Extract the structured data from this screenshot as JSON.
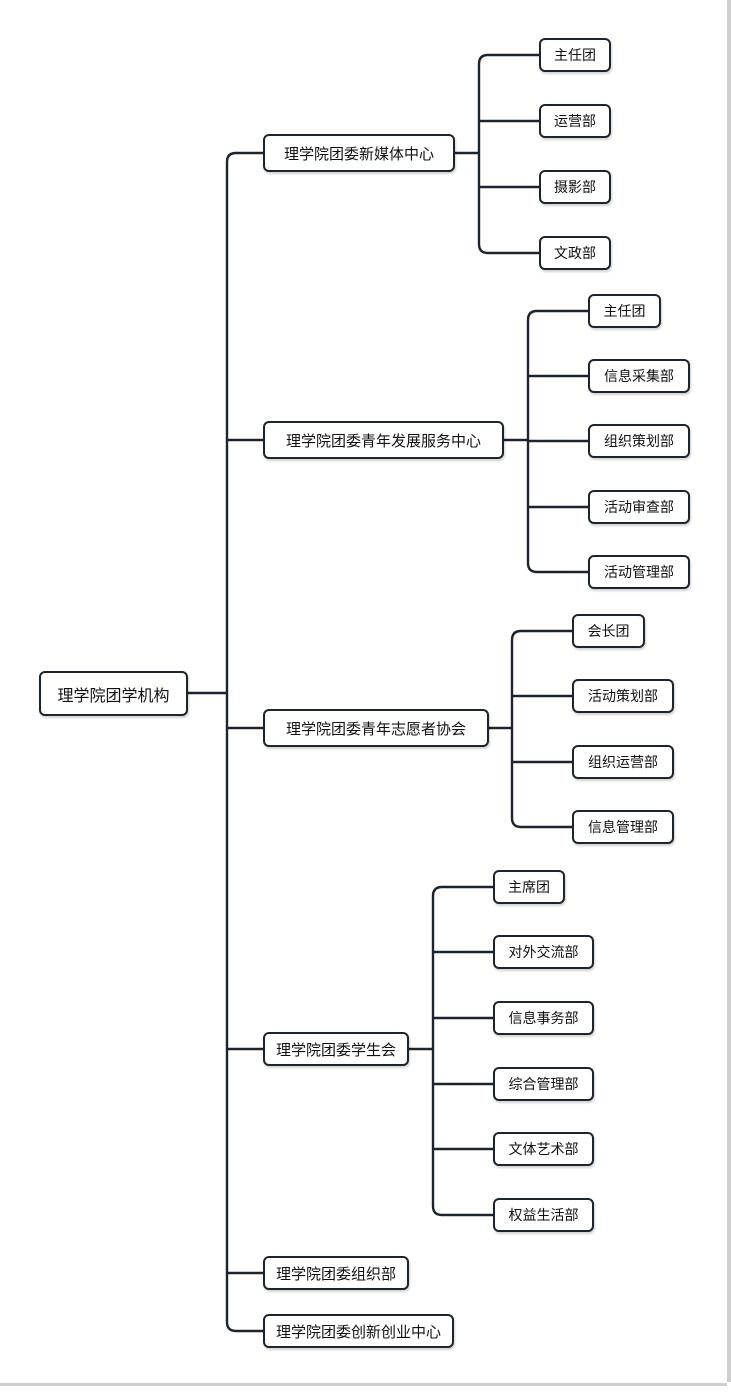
{
  "root": {
    "label": "理学院团学机构"
  },
  "branches": [
    {
      "label": "理学院团委新媒体中心",
      "children": [
        "主任团",
        "运营部",
        "摄影部",
        "文政部"
      ]
    },
    {
      "label": "理学院团委青年发展服务中心",
      "children": [
        "主任团",
        "信息采集部",
        "组织策划部",
        "活动审查部",
        "活动管理部"
      ]
    },
    {
      "label": "理学院团委青年志愿者协会",
      "children": [
        "会长团",
        "活动策划部",
        "组织运营部",
        "信息管理部"
      ]
    },
    {
      "label": "理学院团委学生会",
      "children": [
        "主席团",
        "对外交流部",
        "信息事务部",
        "综合管理部",
        "文体艺术部",
        "权益生活部"
      ]
    },
    {
      "label": "理学院团委组织部",
      "children": []
    },
    {
      "label": "理学院团委创新创业中心",
      "children": []
    }
  ]
}
